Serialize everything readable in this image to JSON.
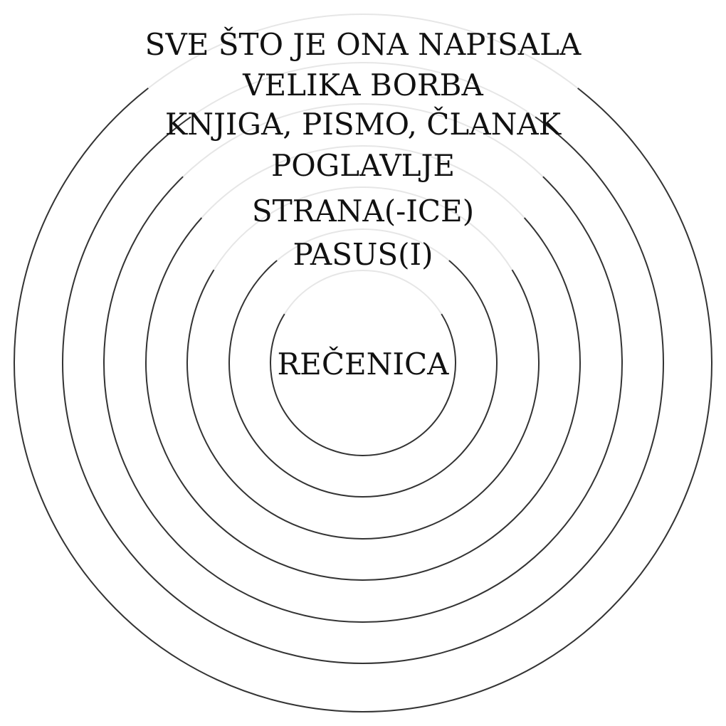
{
  "diagram": {
    "rings": [
      {
        "label": "REČENICA"
      },
      {
        "label": "PASUS(I)"
      },
      {
        "label": "STRANA(-ICE)"
      },
      {
        "label": "POGLAVLJE"
      },
      {
        "label": "KNJIGA, PISMO, ČLANAK"
      },
      {
        "label": "VELIKA BORBA"
      },
      {
        "label": "SVE ŠTO JE ONA NAPISALA"
      }
    ],
    "colors": {
      "ring_stroke": "#333333",
      "label_backdrop": "#e6e6e6",
      "text": "#111111",
      "background": "#ffffff"
    }
  }
}
